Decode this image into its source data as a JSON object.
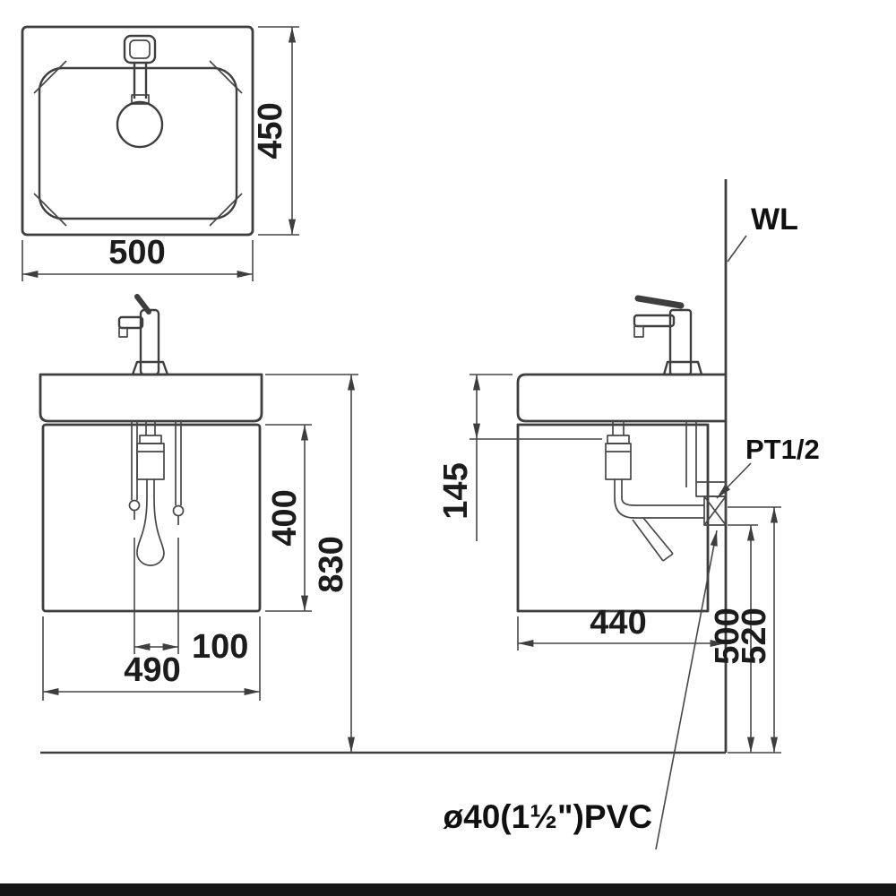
{
  "labels": {
    "wall_line": "WL",
    "supply_connection": "PT1/2",
    "drain_pipe": "ø40(1½\")PVC"
  },
  "dims": {
    "top": {
      "width": "500",
      "depth": "450"
    },
    "front": {
      "width": "490",
      "drain_spacing": "100",
      "cabinet_height": "400",
      "overall_height": "830"
    },
    "side": {
      "depth": "440",
      "basin_height": "145",
      "drain_height": "500",
      "supply_height": "520"
    }
  }
}
